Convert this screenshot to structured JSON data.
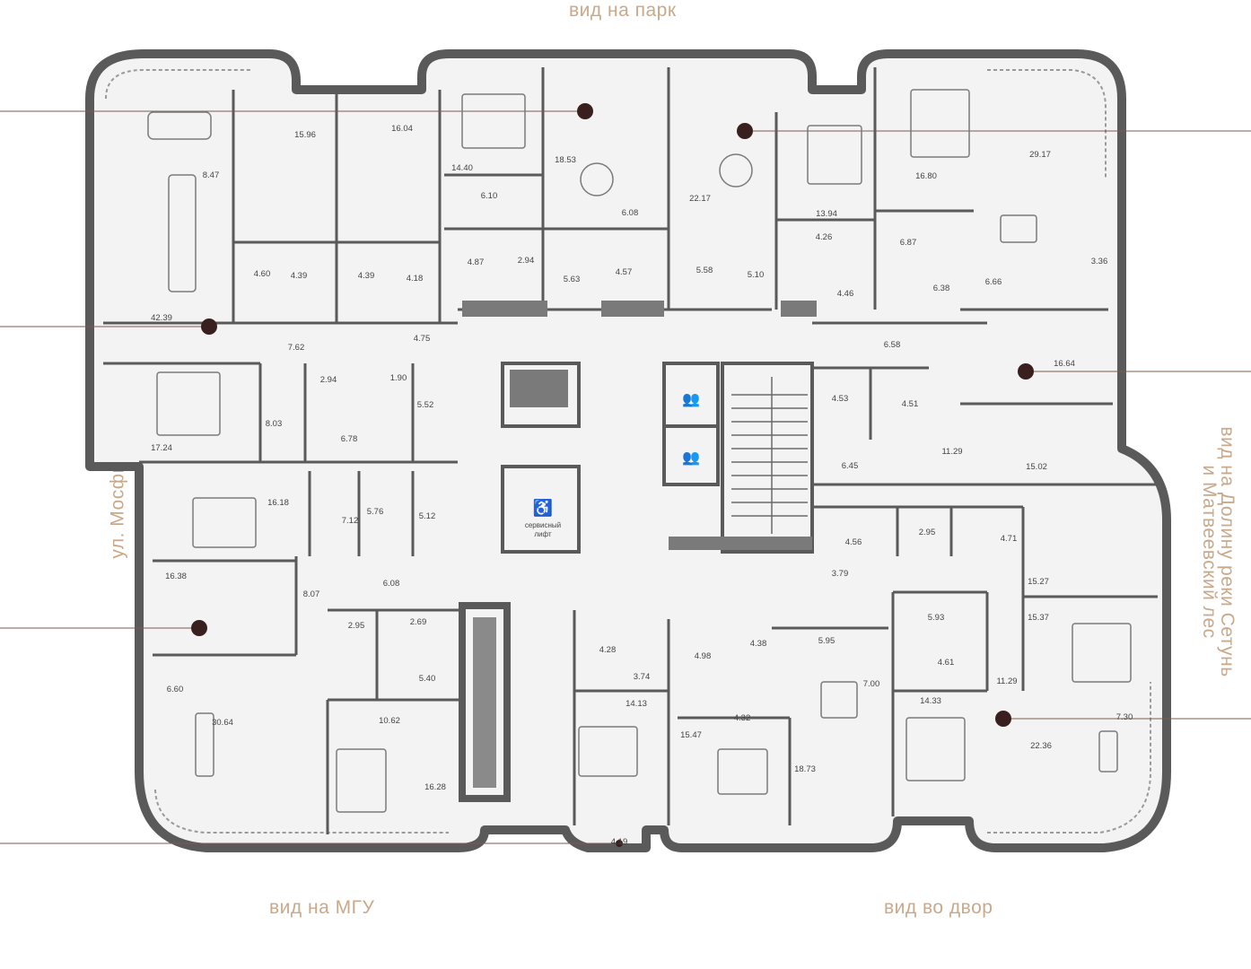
{
  "views": {
    "top": "вид на парк",
    "bottom_left": "вид на МГУ",
    "bottom_right": "вид во двор",
    "left_street": "ул. Мосфильмовская",
    "right_line1": "вид на Долину реки Сетунь",
    "right_line2": "и Матвеевский лес"
  },
  "labels": {
    "service_lift": "сервисный",
    "service_lift_2": "лифт"
  },
  "colors": {
    "wall": "#5a5a5a",
    "room_fill": "#f1f1f1",
    "marker": "#3a1f1f",
    "accent_text": "#c9a98a",
    "leader_line": "#7a5c4a"
  },
  "areas": [
    {
      "v": "15.96"
    },
    {
      "v": "16.04"
    },
    {
      "v": "8.47"
    },
    {
      "v": "4.60"
    },
    {
      "v": "4.39"
    },
    {
      "v": "4.39"
    },
    {
      "v": "4.18"
    },
    {
      "v": "42.39"
    },
    {
      "v": "7.62"
    },
    {
      "v": "4.75"
    },
    {
      "v": "2.94"
    },
    {
      "v": "1.90"
    },
    {
      "v": "5.52"
    },
    {
      "v": "8.03"
    },
    {
      "v": "6.78"
    },
    {
      "v": "17.24"
    },
    {
      "v": "14.40"
    },
    {
      "v": "18.53"
    },
    {
      "v": "6.10"
    },
    {
      "v": "6.08"
    },
    {
      "v": "4.87"
    },
    {
      "v": "2.94"
    },
    {
      "v": "5.63"
    },
    {
      "v": "4.57"
    },
    {
      "v": "22.17"
    },
    {
      "v": "5.58"
    },
    {
      "v": "5.10"
    },
    {
      "v": "13.94"
    },
    {
      "v": "4.26"
    },
    {
      "v": "4.46"
    },
    {
      "v": "16.80"
    },
    {
      "v": "29.17"
    },
    {
      "v": "6.87"
    },
    {
      "v": "3.36"
    },
    {
      "v": "6.38"
    },
    {
      "v": "6.66"
    },
    {
      "v": "6.58"
    },
    {
      "v": "16.64"
    },
    {
      "v": "4.53"
    },
    {
      "v": "4.51"
    },
    {
      "v": "11.29"
    },
    {
      "v": "15.02"
    },
    {
      "v": "6.45"
    },
    {
      "v": "16.18"
    },
    {
      "v": "7.12"
    },
    {
      "v": "5.76"
    },
    {
      "v": "5.12"
    },
    {
      "v": "16.38"
    },
    {
      "v": "8.07"
    },
    {
      "v": "6.08"
    },
    {
      "v": "2.95"
    },
    {
      "v": "2.69"
    },
    {
      "v": "5.40"
    },
    {
      "v": "6.60"
    },
    {
      "v": "30.64"
    },
    {
      "v": "10.62"
    },
    {
      "v": "16.28"
    },
    {
      "v": "4.28"
    },
    {
      "v": "3.74"
    },
    {
      "v": "4.98"
    },
    {
      "v": "4.38"
    },
    {
      "v": "14.13"
    },
    {
      "v": "15.47"
    },
    {
      "v": "4.32"
    },
    {
      "v": "18.73"
    },
    {
      "v": "4.19"
    },
    {
      "v": "5.95"
    },
    {
      "v": "7.00"
    },
    {
      "v": "14.33"
    },
    {
      "v": "4.61"
    },
    {
      "v": "5.93"
    },
    {
      "v": "4.56"
    },
    {
      "v": "2.95"
    },
    {
      "v": "4.71"
    },
    {
      "v": "3.79"
    },
    {
      "v": "15.27"
    },
    {
      "v": "15.37"
    },
    {
      "v": "11.29"
    },
    {
      "v": "7.30"
    },
    {
      "v": "22.36"
    }
  ]
}
